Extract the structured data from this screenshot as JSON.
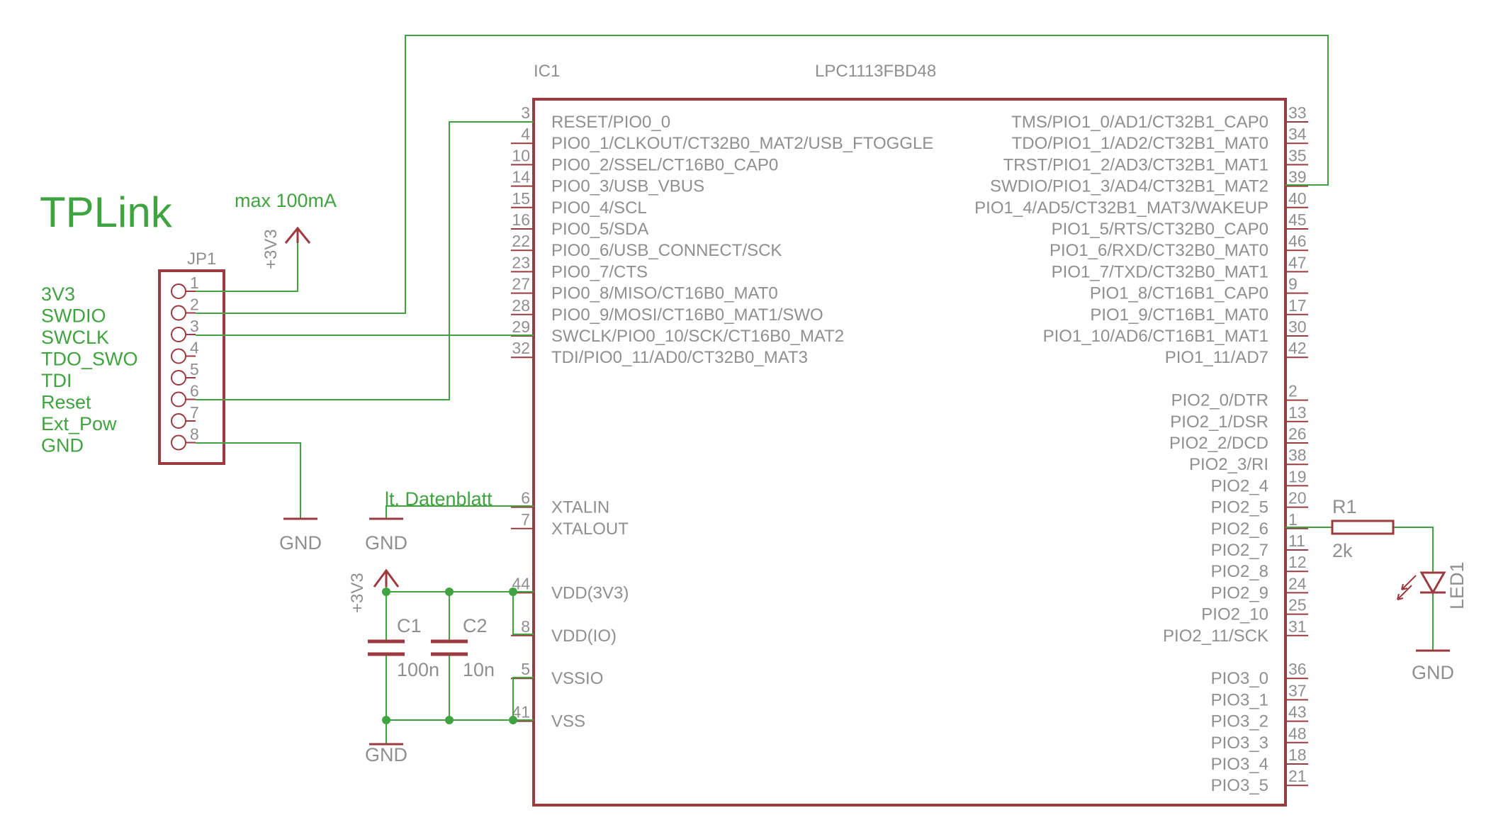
{
  "title": "TPLink",
  "current_note": "max 100mA",
  "datasheet_note": "lt. Datenblatt",
  "ic": {
    "ref": "IC1",
    "part": "LPC1113FBD48",
    "left_pins": [
      {
        "num": "3",
        "name": "RESET/PIO0_0"
      },
      {
        "num": "4",
        "name": "PIO0_1/CLKOUT/CT32B0_MAT2/USB_FTOGGLE"
      },
      {
        "num": "10",
        "name": "PIO0_2/SSEL/CT16B0_CAP0"
      },
      {
        "num": "14",
        "name": "PIO0_3/USB_VBUS"
      },
      {
        "num": "15",
        "name": "PIO0_4/SCL"
      },
      {
        "num": "16",
        "name": "PIO0_5/SDA"
      },
      {
        "num": "22",
        "name": "PIO0_6/USB_CONNECT/SCK"
      },
      {
        "num": "23",
        "name": "PIO0_7/CTS"
      },
      {
        "num": "27",
        "name": "PIO0_8/MISO/CT16B0_MAT0"
      },
      {
        "num": "28",
        "name": "PIO0_9/MOSI/CT16B0_MAT1/SWO"
      },
      {
        "num": "29",
        "name": "SWCLK/PIO0_10/SCK/CT16B0_MAT2"
      },
      {
        "num": "32",
        "name": "TDI/PIO0_11/AD0/CT32B0_MAT3"
      },
      {
        "num": "6",
        "name": "XTALIN"
      },
      {
        "num": "7",
        "name": "XTALOUT"
      },
      {
        "num": "44",
        "name": "VDD(3V3)"
      },
      {
        "num": "8",
        "name": "VDD(IO)"
      },
      {
        "num": "5",
        "name": "VSSIO"
      },
      {
        "num": "41",
        "name": "VSS"
      }
    ],
    "right_pins": [
      {
        "num": "33",
        "name": "TMS/PIO1_0/AD1/CT32B1_CAP0"
      },
      {
        "num": "34",
        "name": "TDO/PIO1_1/AD2/CT32B1_MAT0"
      },
      {
        "num": "35",
        "name": "TRST/PIO1_2/AD3/CT32B1_MAT1"
      },
      {
        "num": "39",
        "name": "SWDIO/PIO1_3/AD4/CT32B1_MAT2"
      },
      {
        "num": "40",
        "name": "PIO1_4/AD5/CT32B1_MAT3/WAKEUP"
      },
      {
        "num": "45",
        "name": "PIO1_5/RTS/CT32B0_CAP0"
      },
      {
        "num": "46",
        "name": "PIO1_6/RXD/CT32B0_MAT0"
      },
      {
        "num": "47",
        "name": "PIO1_7/TXD/CT32B0_MAT1"
      },
      {
        "num": "9",
        "name": "PIO1_8/CT16B1_CAP0"
      },
      {
        "num": "17",
        "name": "PIO1_9/CT16B1_MAT0"
      },
      {
        "num": "30",
        "name": "PIO1_10/AD6/CT16B1_MAT1"
      },
      {
        "num": "42",
        "name": "PIO1_11/AD7"
      },
      {
        "num": "2",
        "name": "PIO2_0/DTR"
      },
      {
        "num": "13",
        "name": "PIO2_1/DSR"
      },
      {
        "num": "26",
        "name": "PIO2_2/DCD"
      },
      {
        "num": "38",
        "name": "PIO2_3/RI"
      },
      {
        "num": "19",
        "name": "PIO2_4"
      },
      {
        "num": "20",
        "name": "PIO2_5"
      },
      {
        "num": "1",
        "name": "PIO2_6"
      },
      {
        "num": "11",
        "name": "PIO2_7"
      },
      {
        "num": "12",
        "name": "PIO2_8"
      },
      {
        "num": "24",
        "name": "PIO2_9"
      },
      {
        "num": "25",
        "name": "PIO2_10"
      },
      {
        "num": "31",
        "name": "PIO2_11/SCK"
      },
      {
        "num": "36",
        "name": "PIO3_0"
      },
      {
        "num": "37",
        "name": "PIO3_1"
      },
      {
        "num": "43",
        "name": "PIO3_2"
      },
      {
        "num": "48",
        "name": "PIO3_3"
      },
      {
        "num": "18",
        "name": "PIO3_4"
      },
      {
        "num": "21",
        "name": "PIO3_5"
      }
    ]
  },
  "connector": {
    "ref": "JP1",
    "pin_numbers": [
      "1",
      "2",
      "3",
      "4",
      "5",
      "6",
      "7",
      "8"
    ],
    "signals": [
      "3V3",
      "SWDIO",
      "SWCLK",
      "TDO_SWO",
      "TDI",
      "Reset",
      "Ext_Pow",
      "GND"
    ]
  },
  "power": {
    "supply": "+3V3",
    "ground": "GND"
  },
  "capacitors": [
    {
      "ref": "C1",
      "value": "100n"
    },
    {
      "ref": "C2",
      "value": "10n"
    }
  ],
  "resistor": {
    "ref": "R1",
    "value": "2k"
  },
  "led": {
    "ref": "LED1"
  },
  "colors": {
    "symbol": "#9b3a3f",
    "wire": "#3fa33f",
    "text": "#8f8f8f"
  }
}
